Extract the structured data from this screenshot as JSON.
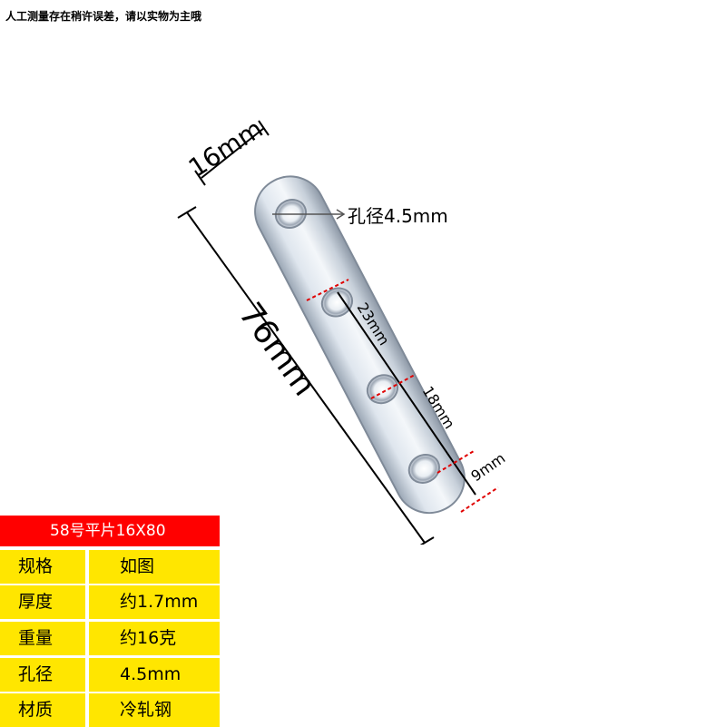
{
  "disclaimer": "人工测量存在稍许误差，请以实物为主哦",
  "diagram": {
    "width_label": "16mm",
    "length_label": "76mm",
    "hole_label": "孔径4.5mm",
    "spacing_a": "23mm",
    "spacing_b": "18mm",
    "end_offset": "9mm"
  },
  "spec": {
    "title": "58号平片16X80",
    "rows": [
      {
        "label": "规格",
        "value": "如图"
      },
      {
        "label": "厚度",
        "value": "约1.7mm"
      },
      {
        "label": "重量",
        "value": "约16克"
      },
      {
        "label": "孔径",
        "value": "4.5mm"
      },
      {
        "label": "材质",
        "value": "冷轧钢"
      }
    ]
  },
  "colors": {
    "header_bg": "#ff0000",
    "cell_bg": "#ffe600",
    "accent_red": "#e00000"
  }
}
